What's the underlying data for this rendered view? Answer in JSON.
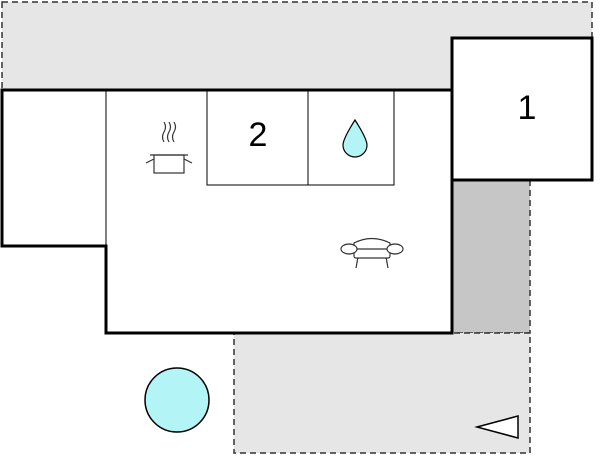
{
  "floorplan": {
    "rooms": [
      {
        "id": "bedroom-1",
        "label": "1"
      },
      {
        "id": "bedroom-2",
        "label": "2"
      }
    ],
    "icons": [
      "cooking-pot-icon",
      "water-drop-icon",
      "sofa-icon",
      "pool-icon",
      "entrance-arrow-icon"
    ],
    "colors": {
      "terrace_fill": "#e6e6e6",
      "covered_fill": "#c6c6c6",
      "wall": "#000000",
      "water": "#b3f4f6",
      "dashed_border": "#333333"
    }
  }
}
